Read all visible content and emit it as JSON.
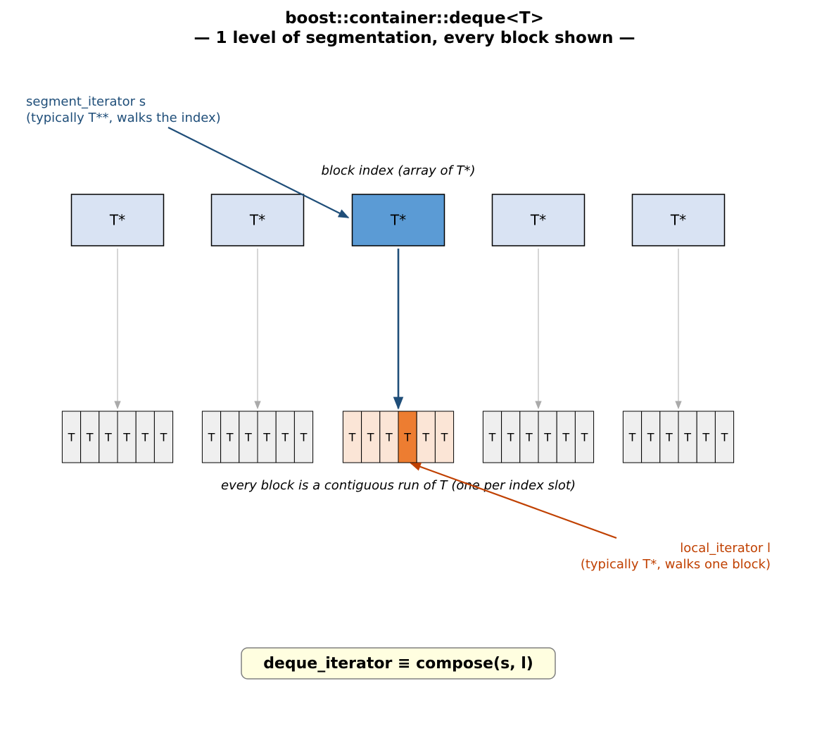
{
  "title": {
    "line1": "boost::container::deque<T>",
    "line2": "— 1 level of segmentation, every block shown —"
  },
  "index_label": "block index  (array of T*)",
  "pointer_label": "T*",
  "element_label": "T",
  "block_count": 5,
  "elements_per_block": 6,
  "highlight": {
    "block": 2,
    "element": 3
  },
  "block_caption": "every block is a contiguous run of T  (one per index slot)",
  "segment_iterator": {
    "line1": "segment_iterator  s",
    "line2": "(typically T**, walks the index)"
  },
  "local_iterator": {
    "line1": "local_iterator  l",
    "line2": "(typically T*, walks one block)"
  },
  "formula": "deque_iterator  ≡  compose(s, l)",
  "colors": {
    "pointer_fill": "#d9e3f3",
    "pointer_active_fill": "#5b9bd5",
    "element_fill": "#efefef",
    "element_active_block_fill": "#fbe5d6",
    "element_active_fill": "#ed7d31",
    "segment_color": "#1f4e79",
    "local_color": "#c04000",
    "inactive_arrow": "#bfbfbf",
    "formula_fill": "#fffee0",
    "formula_stroke": "#808080"
  }
}
